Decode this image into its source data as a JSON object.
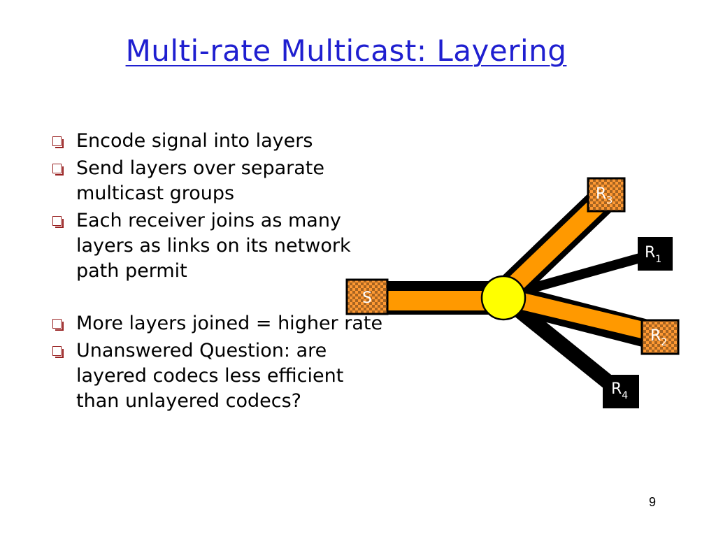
{
  "slide": {
    "title": "Multi-rate Multicast: Layering",
    "bullets": [
      {
        "text": "Encode signal into layers"
      },
      {
        "text": "Send layers over separate multicast groups"
      },
      {
        "text": "Each receiver joins as many layers as links on its network path permit"
      },
      {
        "text": "More layers joined = higher rate"
      },
      {
        "text": "Unanswered Question: are layered codecs less efficient than unlayered codecs?"
      }
    ],
    "page_number": "9"
  },
  "diagram": {
    "source": {
      "label": "S"
    },
    "receivers": [
      {
        "letter": "R",
        "index": "1"
      },
      {
        "letter": "R",
        "index": "2"
      },
      {
        "letter": "R",
        "index": "3"
      },
      {
        "letter": "R",
        "index": "4"
      }
    ],
    "colors": {
      "link_outline": "#000000",
      "layer_fill": "#ff9900",
      "router_fill": "#ffff00",
      "source_box": "#ff9933",
      "receiver_box": "#000000"
    }
  }
}
